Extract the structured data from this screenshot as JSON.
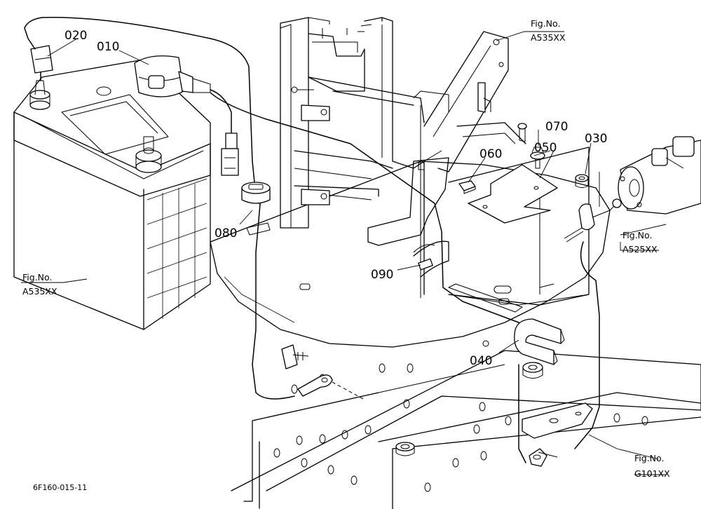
{
  "parts": [
    {
      "number": "010"
    },
    {
      "number": "020"
    },
    {
      "number": "030"
    },
    {
      "number": "040"
    },
    {
      "number": "050"
    },
    {
      "number": "060"
    },
    {
      "number": "070"
    },
    {
      "number": "080"
    },
    {
      "number": "090"
    }
  ],
  "figure_refs": [
    {
      "line1": "Fig.No.",
      "line2": "A535XX"
    },
    {
      "line1": "Fig.No.",
      "line2": "A535XX"
    },
    {
      "line1": "Fig.No.",
      "line2": "A525XX"
    },
    {
      "line1": "Fig.No.",
      "line2": "G101XX"
    }
  ],
  "drawing_code": "6F160-015-11"
}
